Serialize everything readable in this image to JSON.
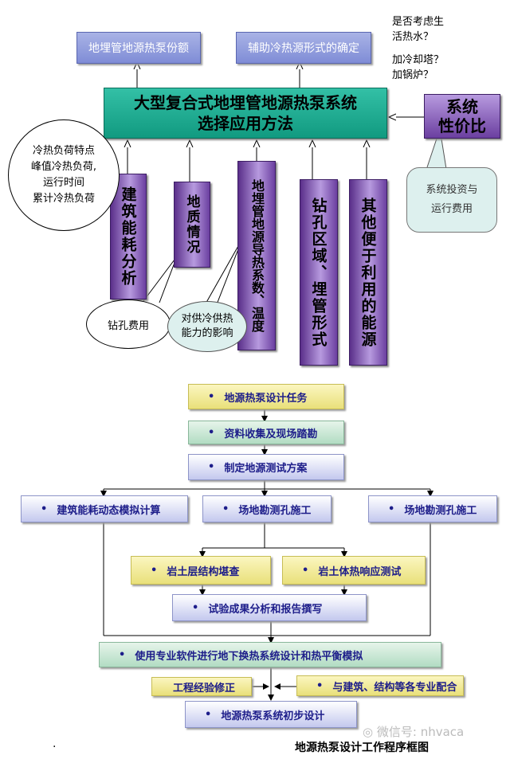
{
  "top_boxes": {
    "share": "地埋管地源热泵份额",
    "aux": "辅助冷热源形式的确定"
  },
  "top_right_text": {
    "line1": "是否考虑生",
    "line2": "活热水？",
    "line3": "加冷却塔？",
    "line4": "加锅炉？"
  },
  "main_box": {
    "line1": "大型复合式地埋管地源热泵系统",
    "line2": "选择应用方法"
  },
  "perf_box": {
    "line1": "系统",
    "line2": "性价比"
  },
  "factors": {
    "building": "建筑能耗分析",
    "geology": "地质情况",
    "params": "地埋管地源导热系数、温度",
    "drill": "钻孔区域、埋管形式",
    "other": "其他便于利用的能源"
  },
  "bubbles": {
    "load_line1": "冷热负荷特点",
    "load_line2": "峰值冷热负荷,",
    "load_line3": "运行时间",
    "load_line4": "累计冷热负荷",
    "drill_cost": "钻孔费用",
    "impact_line1": "对供冷供热",
    "impact_line2": "能力的影响",
    "invest_line1": "系统投资与",
    "invest_line2": "运行费用"
  },
  "flow": {
    "bullet": "•",
    "step1": "地源热泵设计任务",
    "step2": "资料收集及现场踏勘",
    "step3": "制定地源测试方案",
    "sim": "建筑能耗动态模拟计算",
    "site_a": "场地勘测孔施工",
    "site_b": "场地勘测孔施工",
    "rock": "岩土层结构堪查",
    "thermal": "岩土体热响应测试",
    "report": "试验成果分析和报告撰写",
    "design": "使用专业软件进行地下换热系统设计和热平衡模拟",
    "exp": "工程经验修正",
    "coord": "与建筑、结构等各专业配合",
    "prelim": "地源热泵系统初步设计"
  },
  "caption": "地源热泵设计工作程序框图",
  "watermark": "微信号: nhvaca",
  "footnote_dot": "."
}
